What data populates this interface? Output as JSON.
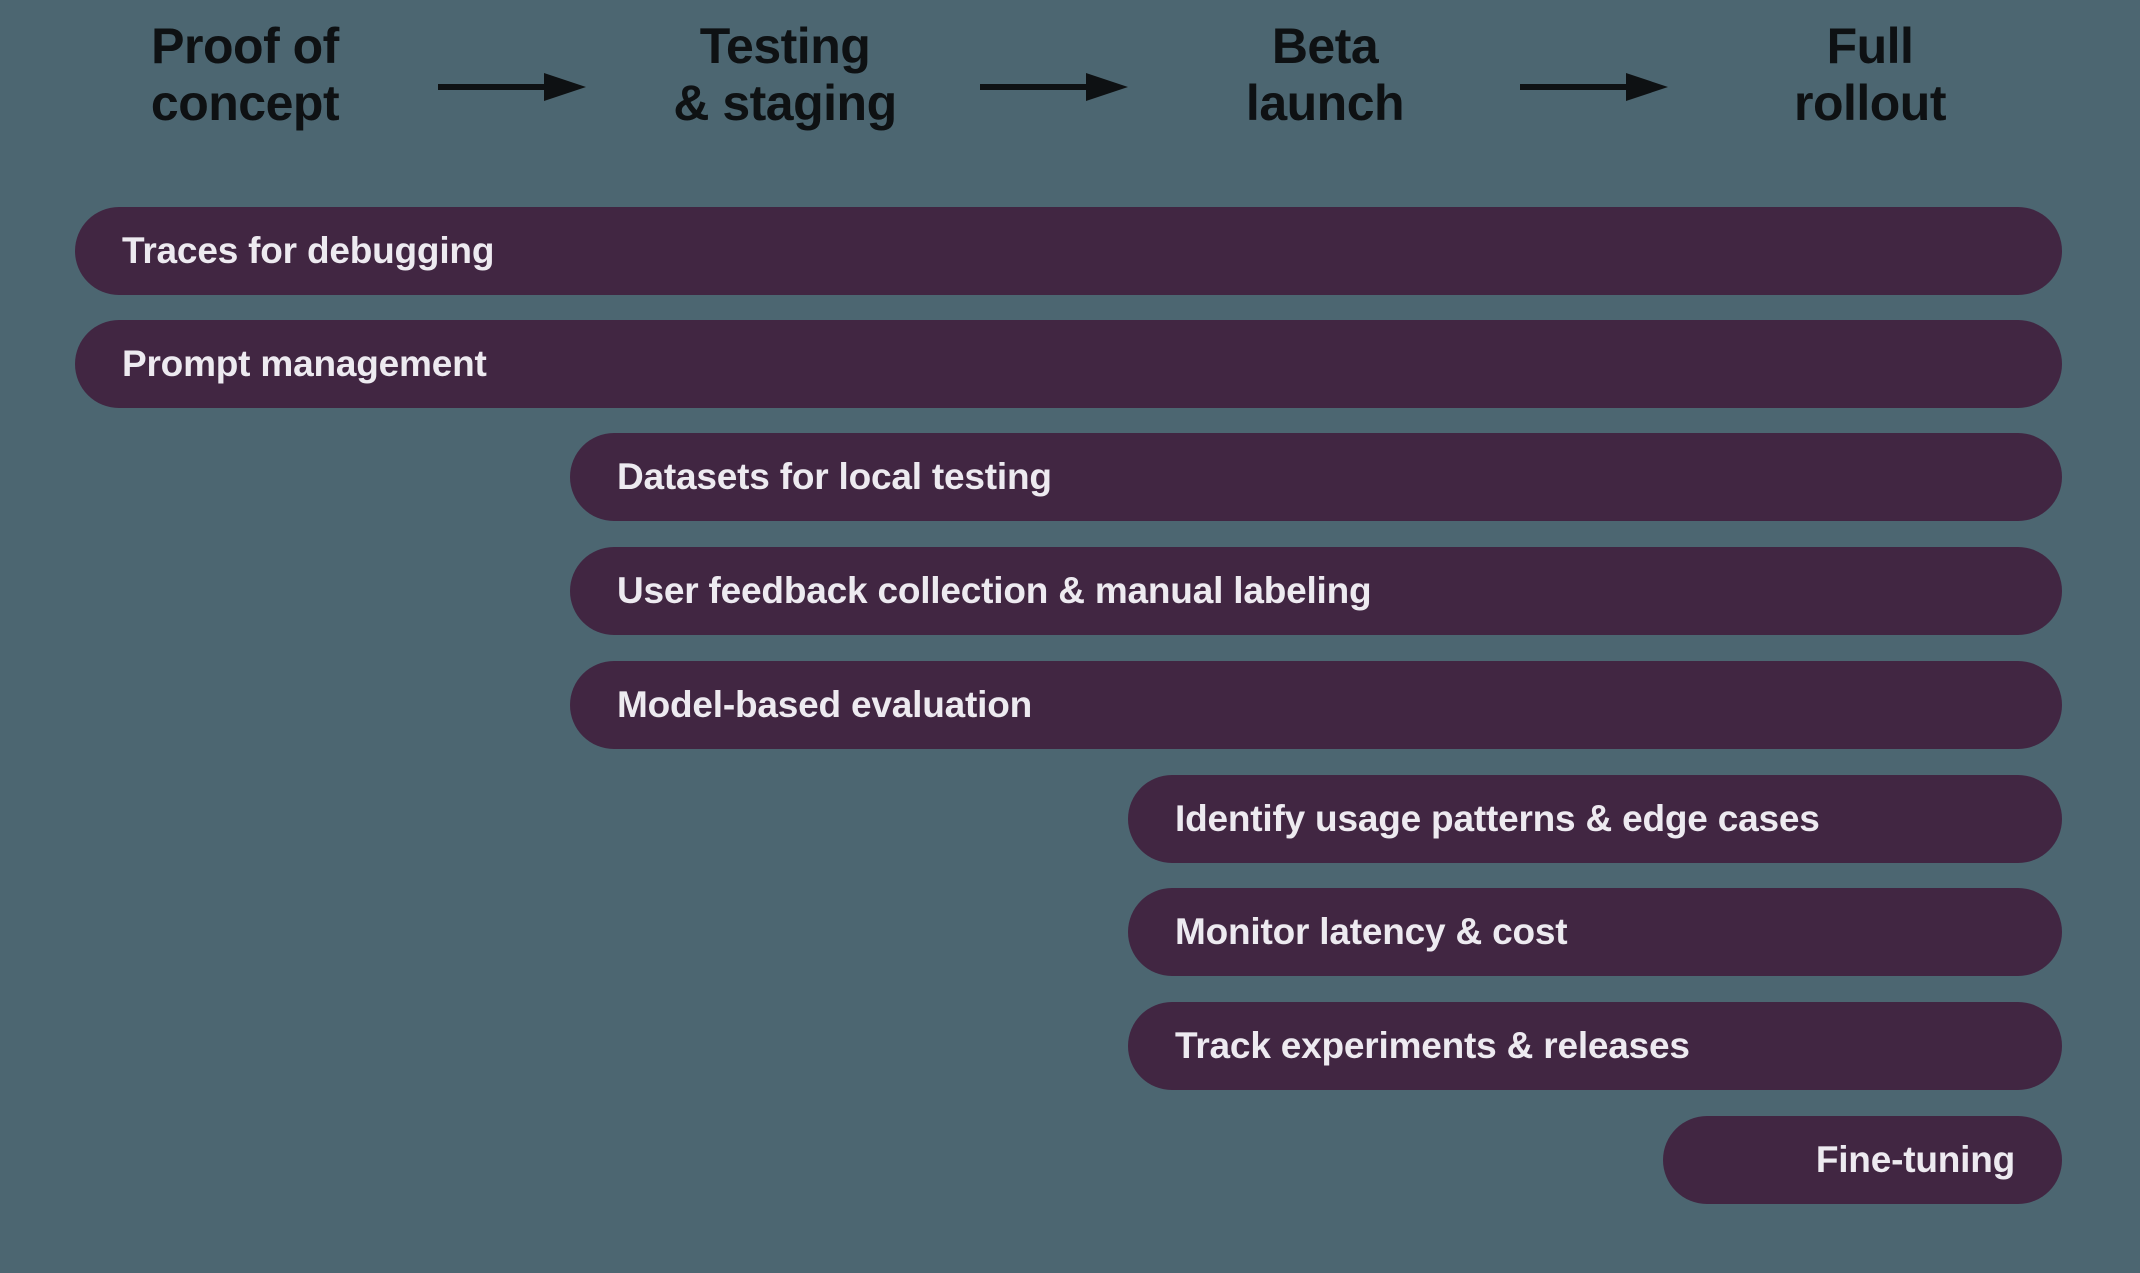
{
  "diagram": {
    "background_color": "#4c6671",
    "pill_color": "#412642",
    "pill_text_color": "#edeaf0",
    "header_text_color": "#0e1113",
    "phases": [
      {
        "line1": "Proof of",
        "line2": "concept"
      },
      {
        "line1": "Testing",
        "line2": "& staging"
      },
      {
        "line1": "Beta",
        "line2": "launch"
      },
      {
        "line1": "Full",
        "line2": "rollout"
      }
    ],
    "arrows": [
      {
        "name": "arrow-poc-to-testing"
      },
      {
        "name": "arrow-testing-to-beta"
      },
      {
        "name": "arrow-beta-to-rollout"
      }
    ],
    "bars": [
      {
        "label": "Traces for debugging",
        "align": "left"
      },
      {
        "label": "Prompt management",
        "align": "left"
      },
      {
        "label": "Datasets for local testing",
        "align": "left"
      },
      {
        "label": "User feedback collection & manual labeling",
        "align": "left"
      },
      {
        "label": "Model-based evaluation",
        "align": "left"
      },
      {
        "label": "Identify usage patterns & edge cases",
        "align": "left"
      },
      {
        "label": "Monitor latency & cost",
        "align": "left"
      },
      {
        "label": "Track experiments & releases",
        "align": "left"
      },
      {
        "label": "Fine-tuning",
        "align": "right"
      }
    ]
  }
}
